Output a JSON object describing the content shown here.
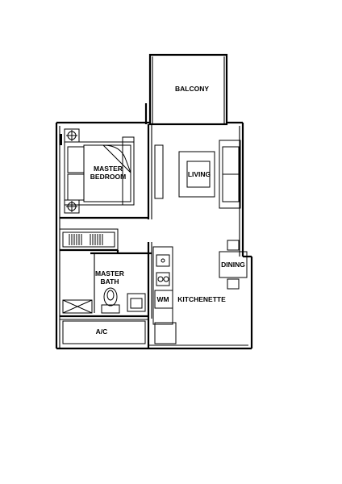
{
  "rooms": {
    "balcony": "BALCONY",
    "master_bedroom_line1": "MASTER",
    "master_bedroom_line2": "BEDROOM",
    "living": "LIVING",
    "dining": "DINING",
    "master_bath_line1": "MASTER",
    "master_bath_line2": "BATH",
    "washing_machine": "WM",
    "kitchenette": "KITCHENETTE",
    "ac": "A/C"
  }
}
